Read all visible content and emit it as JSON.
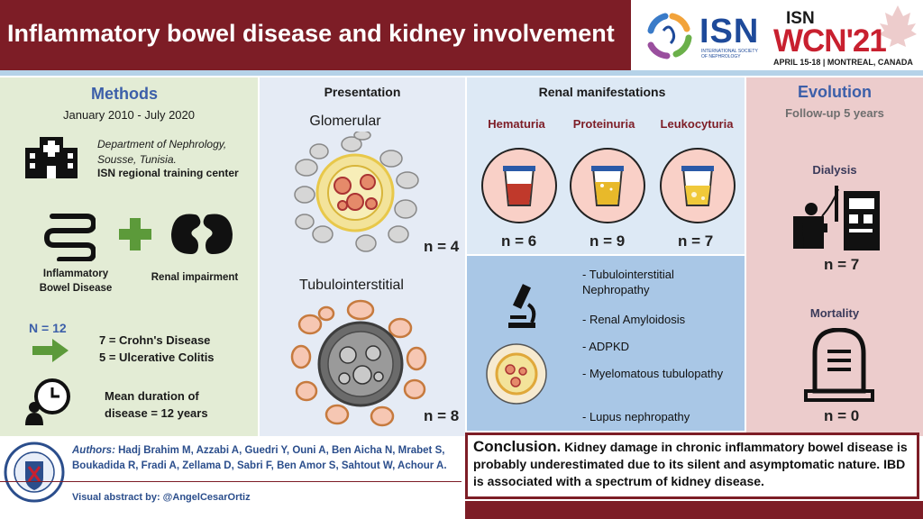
{
  "header": {
    "title": "Inflammatory bowel disease and kidney involvement",
    "isn_logo_text": "ISN",
    "isn_logo_sub": "INTERNATIONAL SOCIETY OF NEPHROLOGY",
    "wcn_top": "ISN",
    "wcn_main": "WCN'21",
    "wcn_date": "APRIL 15-18 | MONTREAL, CANADA",
    "header_color": "#7d1d26"
  },
  "methods": {
    "title": "Methods",
    "period": "January 2010 - July 2020",
    "department": "Department of Nephrology, Sousse, Tunisia.",
    "center": "ISN regional training center",
    "ibd_label": "Inflammatory Bowel Disease",
    "renal_label": "Renal impairment",
    "n_total": "N = 12",
    "crohn": "7 = Crohn's Disease",
    "uc": "5 = Ulcerative Colitis",
    "duration": "Mean duration of disease = 12 years",
    "icons": [
      "hospital-icon",
      "intestine-icon",
      "plus-icon",
      "kidneys-icon",
      "arrow-right-icon",
      "clock-person-icon"
    ]
  },
  "presentation": {
    "title": "Presentation",
    "glomerular": "Glomerular",
    "glomerular_n": "n = 4",
    "tubulo": "Tubulointerstitial",
    "tubulo_n": "n = 8"
  },
  "renal": {
    "title": "Renal manifestations",
    "items": [
      {
        "label": "Hematuria",
        "n": "n = 6",
        "color": "#c0392b"
      },
      {
        "label": "Proteinuria",
        "n": "n = 9",
        "color": "#e8b92a"
      },
      {
        "label": "Leukocyturia",
        "n": "n = 7",
        "color": "#f0c93a"
      }
    ],
    "list": [
      "- Tubulointerstitial Nephropathy",
      "- Renal Amyloidosis",
      "- ADPKD",
      "- Myelomatous tubulopathy",
      "- Lupus nephropathy"
    ]
  },
  "evolution": {
    "title": "Evolution",
    "followup": "Follow-up 5 years",
    "dialysis": "Dialysis",
    "dialysis_n": "n = 7",
    "mortality": "Mortality",
    "mortality_n": "n = 0"
  },
  "footer": {
    "authors_label": "Authors:",
    "authors": "Hadj Brahim M, Azzabi A, Guedri Y, Ouni A, Ben Aicha N, Mrabet S, Boukadida R, Fradi A, Zellama D, Sabri F, Ben Amor S, Sahtout W, Achour A.",
    "visual_by": "Visual abstract by: @AngelCesarOrtiz",
    "conclusion_title": "Conclusion.",
    "conclusion_text": "Kidney damage in chronic inflammatory bowel disease is probably underestimated due to its silent and asymptomatic nature. IBD is associated with a spectrum of kidney disease."
  }
}
